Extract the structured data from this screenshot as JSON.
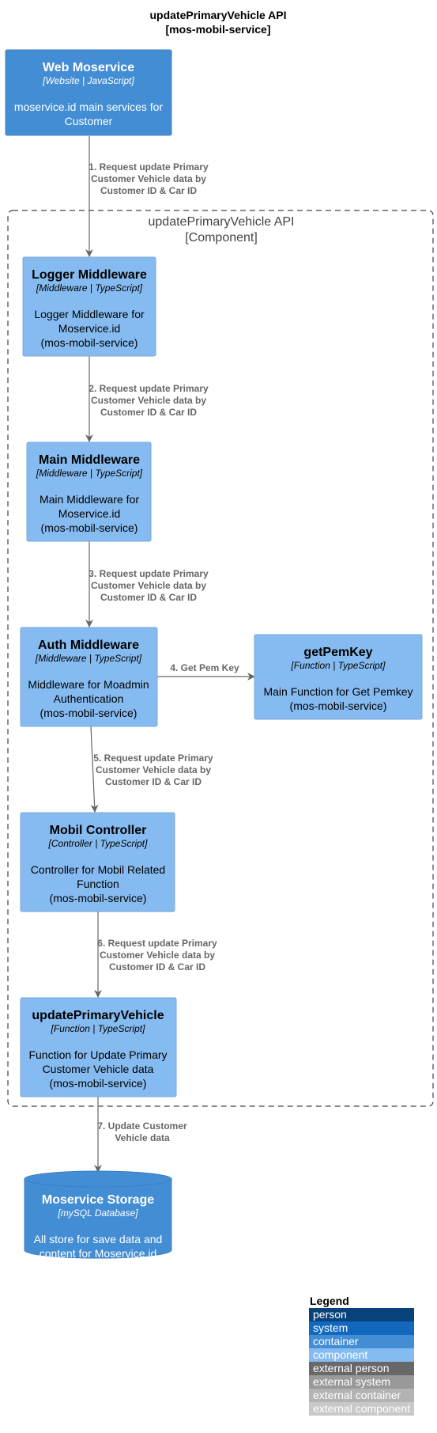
{
  "diagram": {
    "title_line1": "updatePrimaryVehicle API",
    "title_line2": "[mos-mobil-service]",
    "boundary": {
      "name": "updatePrimaryVehicle API",
      "type": "[Component]"
    }
  },
  "colors": {
    "person": "#08427b",
    "system": "#1168bd",
    "container": "#438dd5",
    "component": "#85bbf0",
    "external_person": "#686868",
    "external_system": "#999999",
    "external_container": "#b3b3b3",
    "external_component": "#c8c8c8",
    "edge": "#666666",
    "boundary": "#444444"
  },
  "nodes": {
    "web_moservice": {
      "title": "Web Moservice",
      "tech": "[Website | JavaScript]",
      "desc1": "moservice.id main services for",
      "desc2": "Customer"
    },
    "logger_middleware": {
      "title": "Logger Middleware",
      "tech": "[Middleware | TypeScript]",
      "desc1": "Logger Middleware for",
      "desc2": "Moservice.id",
      "desc3": "(mos-mobil-service)"
    },
    "main_middleware": {
      "title": "Main Middleware",
      "tech": "[Middleware | TypeScript]",
      "desc1": "Main Middleware for",
      "desc2": "Moservice.id",
      "desc3": "(mos-mobil-service)"
    },
    "auth_middleware": {
      "title": "Auth Middleware",
      "tech": "[Middleware | TypeScript]",
      "desc1": "Middleware for Moadmin",
      "desc2": "Authentication",
      "desc3": "(mos-mobil-service)"
    },
    "get_pem_key": {
      "title": "getPemKey",
      "tech": "[Function | TypeScript]",
      "desc1": "Main Function for Get Pemkey",
      "desc2": "(mos-mobil-service)"
    },
    "mobil_controller": {
      "title": "Mobil Controller",
      "tech": "[Controller | TypeScript]",
      "desc1": "Controller for Mobil Related",
      "desc2": "Function",
      "desc3": "(mos-mobil-service)"
    },
    "update_primary_vehicle": {
      "title": "updatePrimaryVehicle",
      "tech": "[Function | TypeScript]",
      "desc1": "Function for Update Primary",
      "desc2": "Customer Vehicle data",
      "desc3": "(mos-mobil-service)"
    },
    "moservice_storage": {
      "title": "Moservice Storage",
      "tech": "[mySQL Database]",
      "desc1": "All store for save data and",
      "desc2": "content for Moservice.id"
    }
  },
  "edges": {
    "e1": {
      "line1": "1. Request update Primary",
      "line2": "Customer Vehicle data by",
      "line3": "Customer ID & Car ID"
    },
    "e2": {
      "line1": "2. Request update Primary",
      "line2": "Customer Vehicle data by",
      "line3": "Customer ID & Car ID"
    },
    "e3": {
      "line1": "3. Request update Primary",
      "line2": "Customer Vehicle data by",
      "line3": "Customer ID & Car ID"
    },
    "e4": {
      "line1": "4. Get Pem Key"
    },
    "e5": {
      "line1": "5. Request update Primary",
      "line2": "Customer Vehicle data by",
      "line3": "Customer ID & Car ID"
    },
    "e6": {
      "line1": "6. Request update Primary",
      "line2": "Customer Vehicle data by",
      "line3": "Customer ID & Car ID"
    },
    "e7": {
      "line1": "7. Update Customer",
      "line2": "Vehicle data"
    }
  },
  "legend": {
    "title": "Legend",
    "items": [
      "person",
      "system",
      "container",
      "component",
      "external person",
      "external system",
      "external container",
      "external component"
    ]
  }
}
